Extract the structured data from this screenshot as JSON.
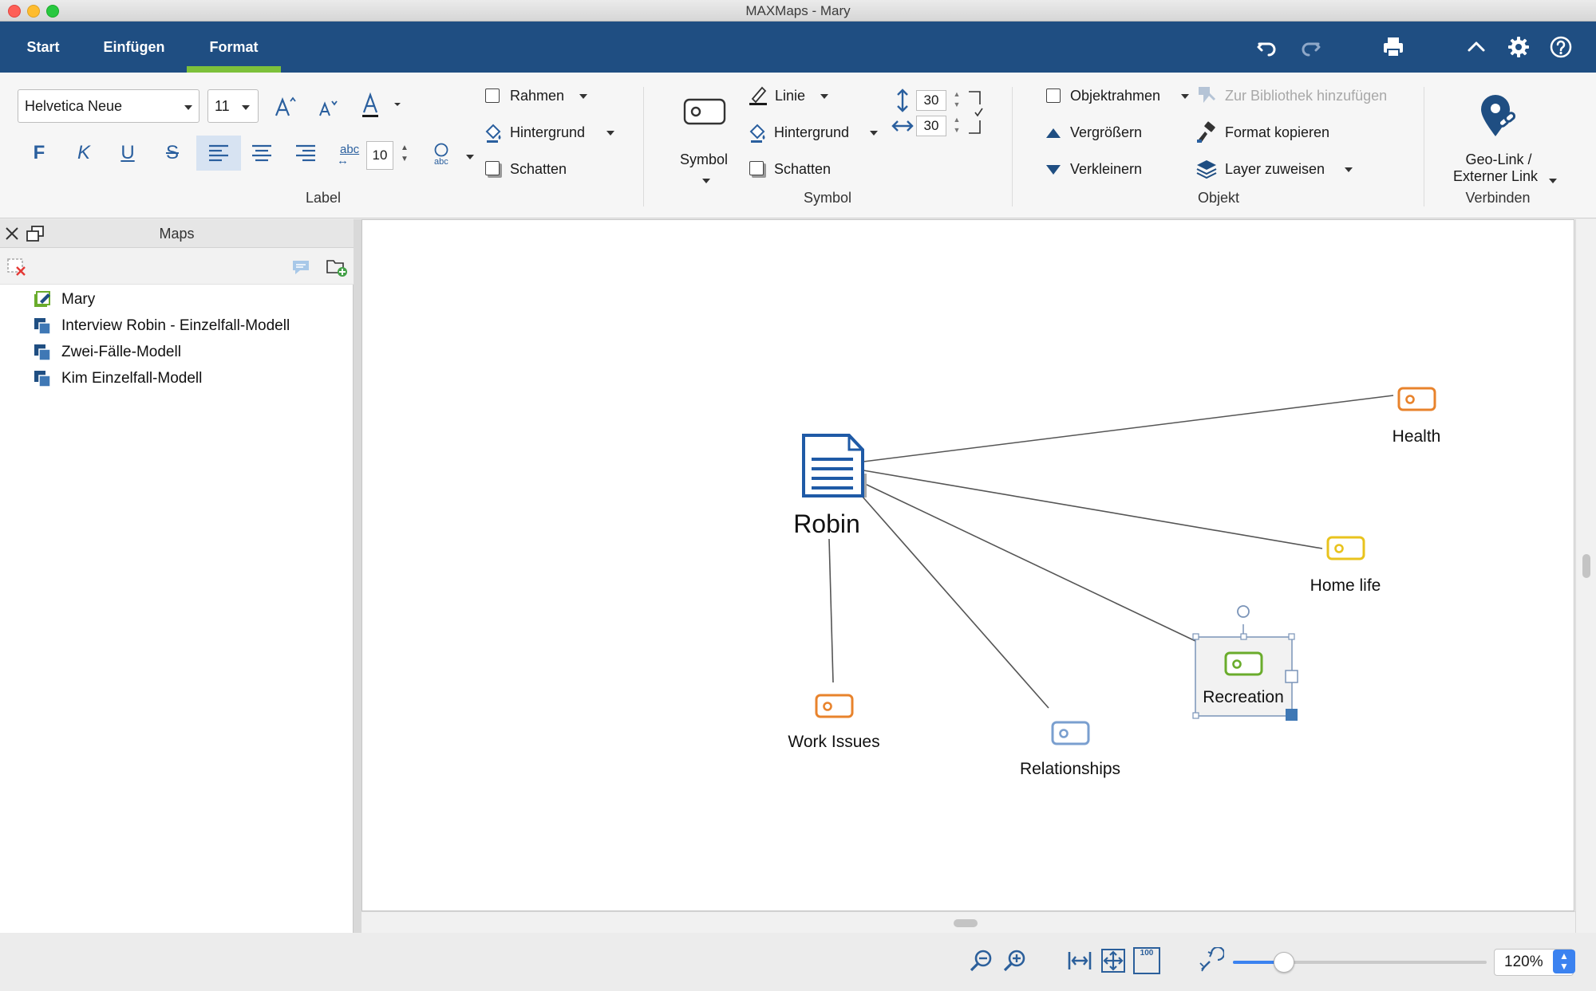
{
  "window": {
    "title": "MAXMaps - Mary"
  },
  "tabs": [
    {
      "label": "Start"
    },
    {
      "label": "Einfügen"
    },
    {
      "label": "Format"
    }
  ],
  "label_group": {
    "group_label": "Label",
    "font_family": "Helvetica Neue",
    "font_size": "11",
    "wrap_value": "10",
    "rahmen": "Rahmen",
    "hintergrund": "Hintergrund",
    "schatten": "Schatten",
    "bold_glyph": "F",
    "italic_glyph": "K",
    "underline_glyph": "U",
    "strike_glyph": "S",
    "wrap_glyph": "abc",
    "shape_glyph": "abc"
  },
  "symbol_group": {
    "group_label": "Symbol",
    "symbol_button": "Symbol",
    "linie": "Linie",
    "hintergrund": "Hintergrund",
    "schatten": "Schatten",
    "height_value": "30",
    "width_value": "30"
  },
  "objekt_group": {
    "group_label": "Objekt",
    "objektrahmen": "Objektrahmen",
    "vergroessern": "Vergrößern",
    "verkleinern": "Verkleinern",
    "zur_bibliothek": "Zur Bibliothek hinzufügen",
    "format_kopieren": "Format kopieren",
    "layer_zuweisen": "Layer zuweisen"
  },
  "verbinden_group": {
    "group_label": "Verbinden",
    "geo_link_line1": "Geo-Link /",
    "geo_link_line2": "Externer Link"
  },
  "maps_panel": {
    "title": "Maps",
    "items": [
      {
        "label": "Mary"
      },
      {
        "label": "Interview Robin - Einzelfall-Modell"
      },
      {
        "label": "Zwei-Fälle-Modell"
      },
      {
        "label": "Kim Einzelfall-Modell"
      }
    ]
  },
  "map": {
    "center": {
      "label": "Robin"
    },
    "nodes": [
      {
        "label": "Health",
        "color": "#e8832c"
      },
      {
        "label": "Home life",
        "color": "#e9c31d"
      },
      {
        "label": "Recreation",
        "color": "#6aac2c"
      },
      {
        "label": "Relationships",
        "color": "#7a9fcf"
      },
      {
        "label": "Work Issues",
        "color": "#e8832c"
      }
    ]
  },
  "statusbar": {
    "zoom_value": "120%",
    "zoom_fraction": 0.2,
    "fit_100_glyph": "100"
  },
  "colors": {
    "ribbon_blue": "#1f4e82",
    "active_tab_accent": "#7dc13b",
    "icon_blue": "#2a5f9e"
  }
}
